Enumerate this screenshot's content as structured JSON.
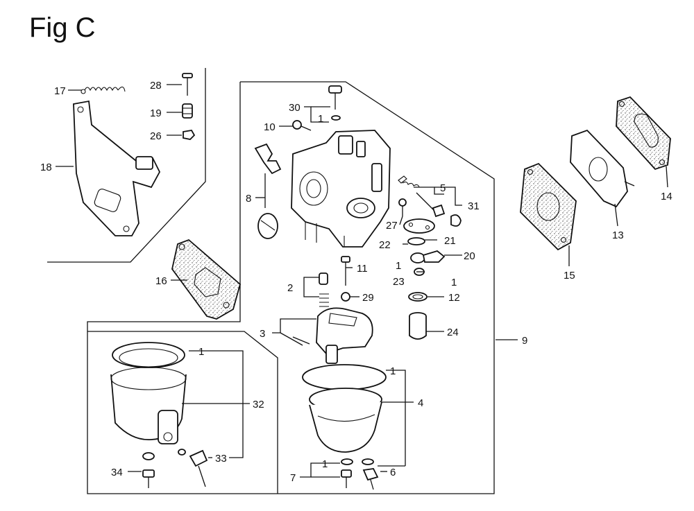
{
  "figure": {
    "title": "Fig C"
  },
  "callouts": [
    {
      "id": "c17",
      "text": "17"
    },
    {
      "id": "c28",
      "text": "28"
    },
    {
      "id": "c19",
      "text": "19"
    },
    {
      "id": "c26",
      "text": "26"
    },
    {
      "id": "c18",
      "text": "18"
    },
    {
      "id": "c16",
      "text": "16"
    },
    {
      "id": "c30",
      "text": "30"
    },
    {
      "id": "c1a",
      "text": "1"
    },
    {
      "id": "c10",
      "text": "10"
    },
    {
      "id": "c8",
      "text": "8"
    },
    {
      "id": "c5",
      "text": "5"
    },
    {
      "id": "c31",
      "text": "31"
    },
    {
      "id": "c27",
      "text": "27"
    },
    {
      "id": "c21",
      "text": "21"
    },
    {
      "id": "c22",
      "text": "22"
    },
    {
      "id": "c20",
      "text": "20"
    },
    {
      "id": "c1b",
      "text": "1"
    },
    {
      "id": "c23",
      "text": "23"
    },
    {
      "id": "c1c",
      "text": "1"
    },
    {
      "id": "c12",
      "text": "12"
    },
    {
      "id": "c11",
      "text": "11"
    },
    {
      "id": "c2",
      "text": "2"
    },
    {
      "id": "c29",
      "text": "29"
    },
    {
      "id": "c24",
      "text": "24"
    },
    {
      "id": "c3",
      "text": "3"
    },
    {
      "id": "c9",
      "text": "9"
    },
    {
      "id": "c1d",
      "text": "1"
    },
    {
      "id": "c4",
      "text": "4"
    },
    {
      "id": "c1e",
      "text": "1"
    },
    {
      "id": "c32",
      "text": "32"
    },
    {
      "id": "c33",
      "text": "33"
    },
    {
      "id": "c34",
      "text": "34"
    },
    {
      "id": "c1f",
      "text": "1"
    },
    {
      "id": "c7",
      "text": "7"
    },
    {
      "id": "c6",
      "text": "6"
    },
    {
      "id": "c15",
      "text": "15"
    },
    {
      "id": "c13",
      "text": "13"
    },
    {
      "id": "c14",
      "text": "14"
    }
  ]
}
